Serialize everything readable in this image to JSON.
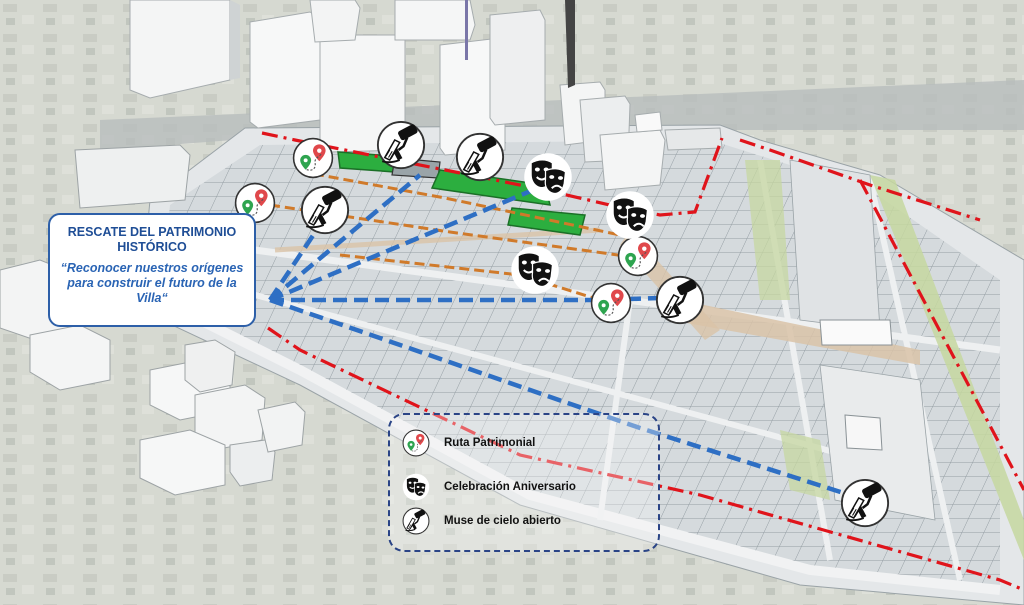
{
  "callout": {
    "title_line1": "RESCATE DEL PATRIMONIO",
    "title_line2": "HISTÓRICO",
    "quote_line1": "“Reconocer nuestros orígenes",
    "quote_line2": "para construir el futuro de la",
    "quote_line3": "Villa“"
  },
  "legend": {
    "items": [
      {
        "label": "Ruta Patrimonial",
        "icon": "map-pin-route-icon"
      },
      {
        "label": "Celebración Aniversario",
        "icon": "theater-masks-icon"
      },
      {
        "label": "Muse de cielo abierto",
        "icon": "paint-roller-brush-icon"
      }
    ]
  },
  "colors": {
    "boundary": "#e0141b",
    "route_blue": "#2e6fc4",
    "route_orange": "#d07a2a",
    "green_zone": "#2cae3f",
    "callout_border": "#2d5fa8",
    "legend_border": "#2a4486"
  }
}
